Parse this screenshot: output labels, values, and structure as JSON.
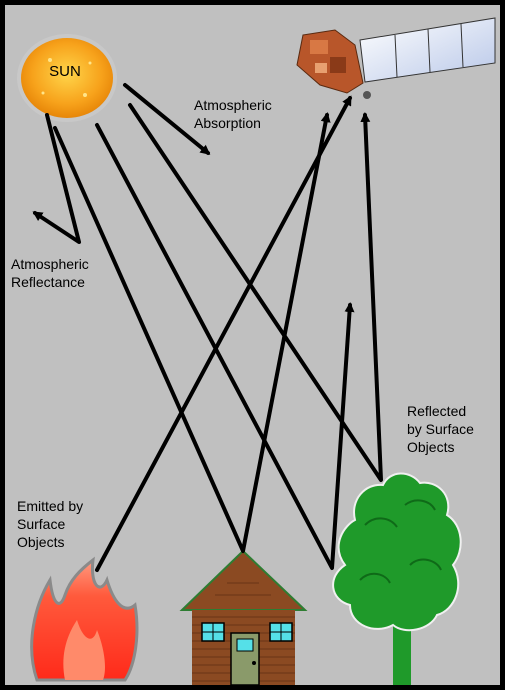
{
  "diagram": {
    "sun_label": "SUN",
    "labels": {
      "atmospheric_absorption": [
        "Atmospheric",
        "Absorption"
      ],
      "atmospheric_reflectance": [
        "Atmospheric",
        "Reflectance"
      ],
      "reflected": [
        "Reflected",
        "by Surface",
        "Objects"
      ],
      "emitted": [
        "Emitted by",
        "Surface",
        "Objects"
      ]
    },
    "colors": {
      "background": "#c0c0c0",
      "border": "#000000",
      "sun": "#f7a21b",
      "house_wall": "#8b4a22",
      "roof_line": "#2e7d32",
      "tree": "#1f9a2a",
      "fire": "#ff3a1e",
      "arrow": "#000000"
    },
    "icons": [
      "sun-icon",
      "satellite-icon",
      "house-icon",
      "tree-icon",
      "fire-icon"
    ]
  }
}
